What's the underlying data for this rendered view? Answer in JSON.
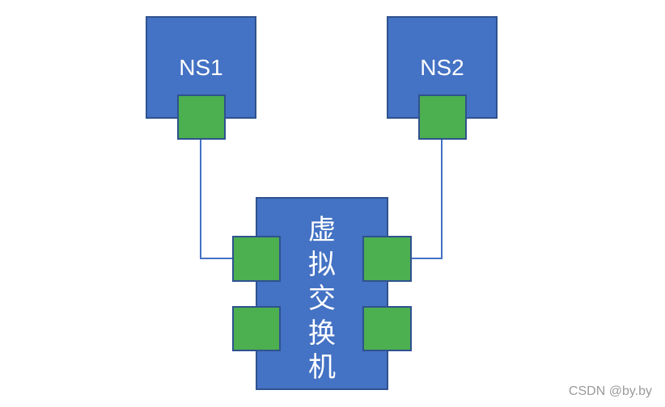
{
  "namespaces": [
    {
      "label": "NS1"
    },
    {
      "label": "NS2"
    }
  ],
  "switch": {
    "chars": [
      "虚",
      "拟",
      "交",
      "换",
      "机"
    ]
  },
  "watermark": "CSDN @by.by",
  "colors": {
    "box_fill": "#4472C4",
    "box_border": "#2F528F",
    "port_fill": "#4CAF50",
    "link": "#4472C4"
  }
}
